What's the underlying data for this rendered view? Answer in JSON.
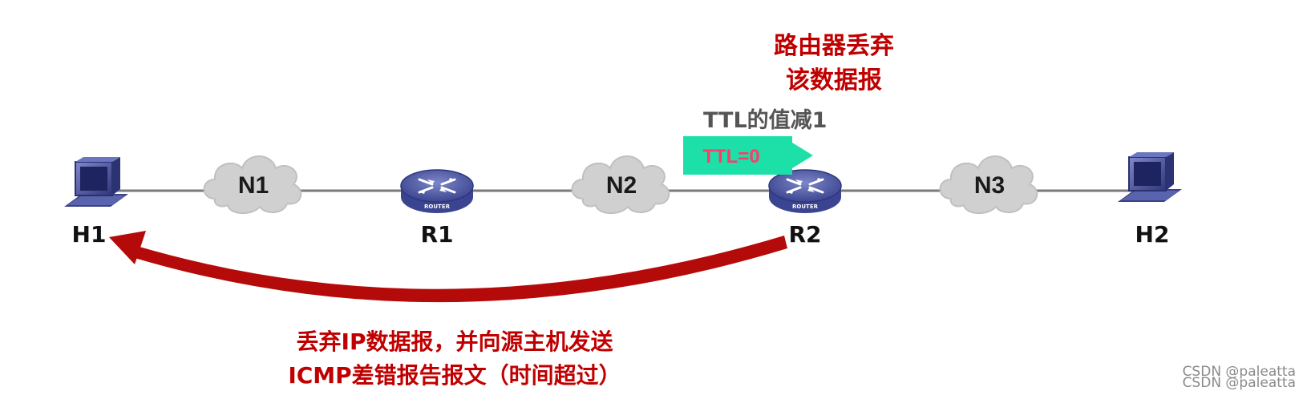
{
  "nodes": {
    "h1": "H1",
    "r1": "R1",
    "r2": "R2",
    "h2": "H2"
  },
  "networks": {
    "n1": "N1",
    "n2": "N2",
    "n3": "N3"
  },
  "router_badge": "ROUTER",
  "drop_note": {
    "line1": "路由器丢弃",
    "line2": "该数据报"
  },
  "ttl_note": "TTL的值减1",
  "packet": {
    "label": "TTL=0",
    "color": "#1de0a8"
  },
  "icmp_note": {
    "line1": "丢弃IP数据报，并向源主机发送",
    "line2": "ICMP差错报告报文（时间超过）"
  },
  "arrow_color": "#b50a0a",
  "watermark": "CSDN @paleatta"
}
